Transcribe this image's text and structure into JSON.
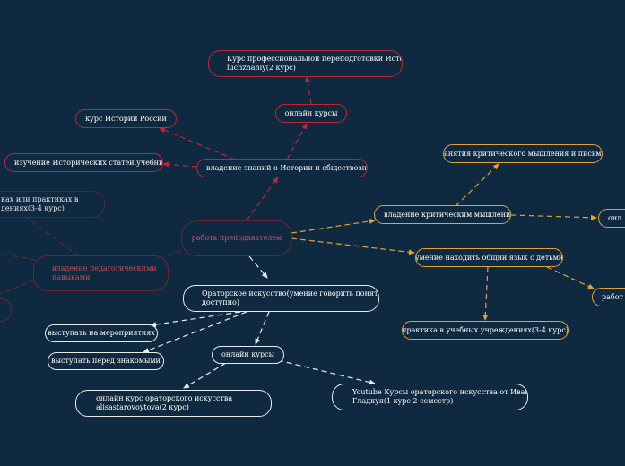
{
  "colors": {
    "background": "#0f2a40",
    "red_branch": "#b8283a",
    "orange_branch": "#e2a33a",
    "white_branch": "#e7ecef",
    "dark_branch": "#6a2435"
  },
  "central": {
    "label": "работа преподавателем"
  },
  "history": {
    "main": "владение знаний о Истории и обществознания",
    "online_courses": "онлайн курсы",
    "retraining_line1": "Курс профессиональной переподготовки История",
    "retraining_line2": "luchznaniy(2 курс)",
    "russia_course": "курс Истории России",
    "articles": "изучение Исторических статей,учебников"
  },
  "critical": {
    "main": "владение критическим мышлением",
    "classes": "занятия критического мышления и письма",
    "right_partial": "онл"
  },
  "common_language": {
    "main": "умение находить общий язык с детьми",
    "practice": "практика в учебных учреждениях(3-4 курс)",
    "right_partial": "работ"
  },
  "oratory": {
    "main_line1": "Ораторское искусство(умение говорить понятно и",
    "main_line2": "доступно)",
    "events": "выступать на мероприятиях",
    "acquaintances": "выступать перед знакомыми",
    "online_courses": "онлайн курсы",
    "course_a_line1": "онлайн курс ораторского искусства",
    "course_a_line2": "alisastarovoytova(2 курс)",
    "course_b_line1": "Youtube Курсы ораторского искусства от Ивана",
    "course_b_line2": "Гладкуя(1 курс 2 семестр)"
  },
  "pedagogy": {
    "main_line1": "владение педагогическими",
    "main_line2": "навыками",
    "practice_line1": "ках или практиках в",
    "practice_line2": "дениях(3-4 курс)"
  }
}
